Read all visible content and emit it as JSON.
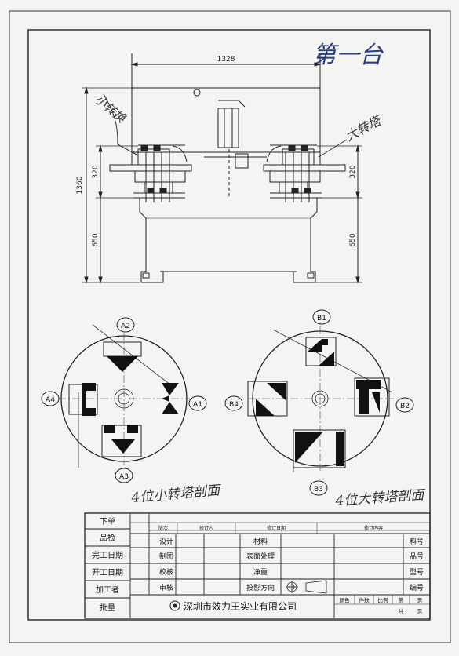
{
  "dimensions": {
    "width_total": "1328",
    "height_total": "1360",
    "upper_left": "320",
    "upper_right": "320",
    "lower_left": "650",
    "lower_right": "650"
  },
  "annotations": {
    "title_handwritten": "第一台",
    "small_turntable_top": "小转换",
    "large_turntable_top": "大转塔",
    "small_turntable_bottom": "4位小转塔剖面",
    "large_turntable_bottom": "4位大转塔剖面"
  },
  "small_turret_labels": {
    "top": "A2",
    "left": "A4",
    "right": "A1",
    "bottom": "A3"
  },
  "large_turret_labels": {
    "top": "B1",
    "left": "B4",
    "right": "B2",
    "bottom": "B3"
  },
  "title_block": {
    "left_rows": [
      "下单",
      "品检",
      "完工日期",
      "开工日期",
      "加工者",
      "批量"
    ],
    "revision_headers": [
      "版次",
      "修订人",
      "修订日期",
      "修订内容"
    ],
    "mid_labels": [
      "设计",
      "制图",
      "校核",
      "审核"
    ],
    "material_labels": [
      "材料",
      "表面处理",
      "净重",
      "投影方向"
    ],
    "right_labels": [
      "料号",
      "品号",
      "型号",
      "编号"
    ],
    "company": "深圳市效力王实业有限公司",
    "bottom_right_headers": [
      "颜色",
      "件数",
      "比例",
      "第",
      "页"
    ],
    "sheet_total": "共",
    "sheet_total_unit": "页"
  }
}
